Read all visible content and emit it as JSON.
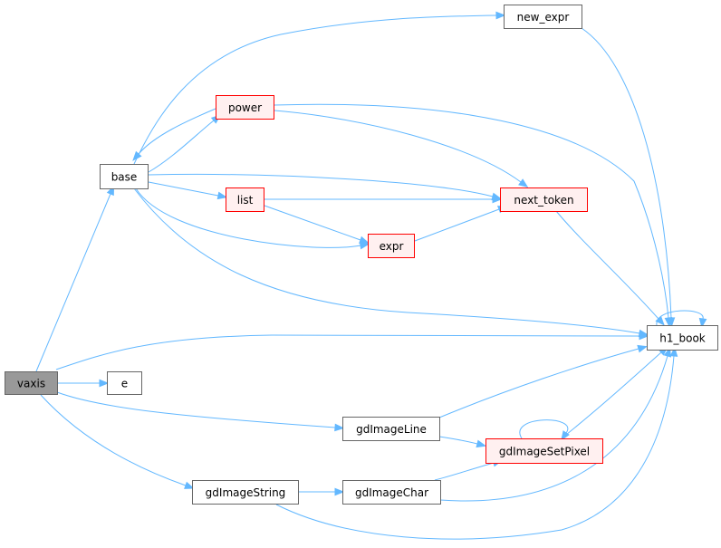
{
  "colors": {
    "edge": "#63b8ff",
    "root_fill": "#999999",
    "root_stroke": "#666666",
    "normal_fill": "#ffffff",
    "normal_stroke": "#666666",
    "truncated_fill": "#fff0f0",
    "truncated_stroke": "#ff0000"
  },
  "nodes": {
    "vaxis": {
      "label": "vaxis",
      "style": "root"
    },
    "base": {
      "label": "base",
      "style": "normal"
    },
    "new_expr": {
      "label": "new_expr",
      "style": "normal"
    },
    "power": {
      "label": "power",
      "style": "truncated"
    },
    "list": {
      "label": "list",
      "style": "truncated"
    },
    "next_token": {
      "label": "next_token",
      "style": "truncated"
    },
    "expr": {
      "label": "expr",
      "style": "truncated"
    },
    "h1_book": {
      "label": "h1_book",
      "style": "normal"
    },
    "e": {
      "label": "e",
      "style": "normal"
    },
    "gdImageLine": {
      "label": "gdImageLine",
      "style": "normal"
    },
    "gdImageSetPixel": {
      "label": "gdImageSetPixel",
      "style": "truncated"
    },
    "gdImageString": {
      "label": "gdImageString",
      "style": "normal"
    },
    "gdImageChar": {
      "label": "gdImageChar",
      "style": "normal"
    }
  },
  "edges": [
    {
      "from": "vaxis",
      "to": "base"
    },
    {
      "from": "vaxis",
      "to": "h1_book"
    },
    {
      "from": "vaxis",
      "to": "e"
    },
    {
      "from": "vaxis",
      "to": "gdImageLine"
    },
    {
      "from": "vaxis",
      "to": "gdImageString"
    },
    {
      "from": "base",
      "to": "new_expr"
    },
    {
      "from": "base",
      "to": "power"
    },
    {
      "from": "base",
      "to": "next_token"
    },
    {
      "from": "base",
      "to": "list"
    },
    {
      "from": "base",
      "to": "expr"
    },
    {
      "from": "base",
      "to": "h1_book"
    },
    {
      "from": "power",
      "to": "base"
    },
    {
      "from": "power",
      "to": "h1_book"
    },
    {
      "from": "power",
      "to": "next_token"
    },
    {
      "from": "list",
      "to": "next_token"
    },
    {
      "from": "list",
      "to": "expr"
    },
    {
      "from": "expr",
      "to": "next_token"
    },
    {
      "from": "next_token",
      "to": "h1_book"
    },
    {
      "from": "new_expr",
      "to": "h1_book"
    },
    {
      "from": "h1_book",
      "to": "h1_book"
    },
    {
      "from": "gdImageLine",
      "to": "h1_book"
    },
    {
      "from": "gdImageLine",
      "to": "gdImageSetPixel"
    },
    {
      "from": "gdImageSetPixel",
      "to": "h1_book"
    },
    {
      "from": "gdImageSetPixel",
      "to": "gdImageSetPixel"
    },
    {
      "from": "gdImageString",
      "to": "gdImageChar"
    },
    {
      "from": "gdImageString",
      "to": "h1_book"
    },
    {
      "from": "gdImageChar",
      "to": "gdImageSetPixel"
    },
    {
      "from": "gdImageChar",
      "to": "h1_book"
    }
  ]
}
